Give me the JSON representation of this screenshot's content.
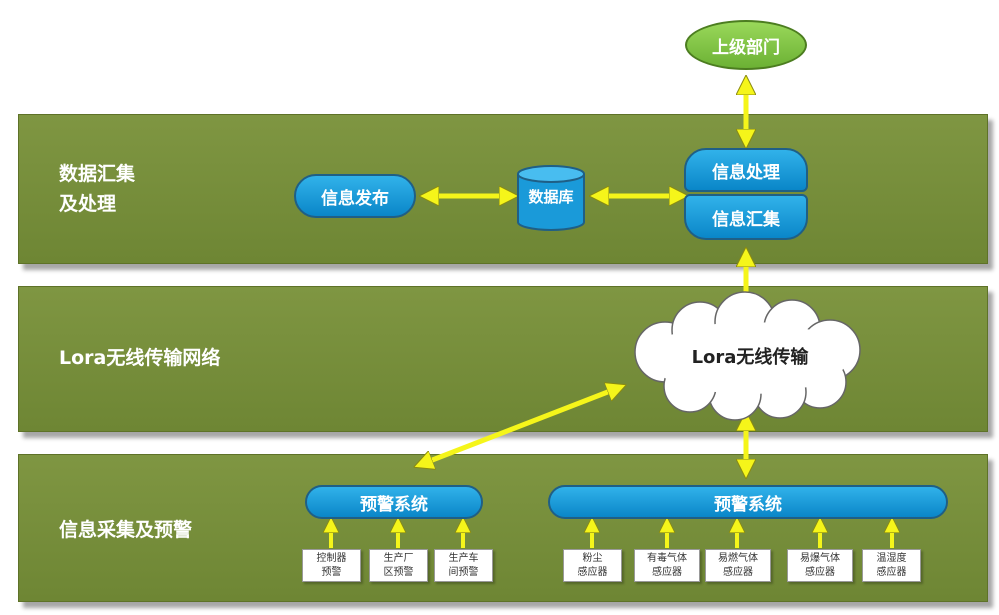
{
  "layers": {
    "top_title_line1": "数据汇集",
    "top_title_line2": "及处理",
    "mid_title": "Lora无线传输网络",
    "bot_title": "信息采集及预警"
  },
  "nodes": {
    "upper_dept": "上级部门",
    "info_publish": "信息发布",
    "database": "数据库",
    "info_process": "信息处理",
    "info_collect": "信息汇集",
    "lora_cloud": "Lora无线传输",
    "warn_left": "预警系统",
    "warn_right": "预警系统"
  },
  "sensors": [
    {
      "line1": "控制器",
      "line2": "预警"
    },
    {
      "line1": "生产厂",
      "line2": "区预警"
    },
    {
      "line1": "生产车",
      "line2": "间预警"
    },
    {
      "line1": "粉尘",
      "line2": "感应器"
    },
    {
      "line1": "有毒气体",
      "line2": "感应器"
    },
    {
      "line1": "易燃气体",
      "line2": "感应器"
    },
    {
      "line1": "易爆气体",
      "line2": "感应器"
    },
    {
      "line1": "温湿度",
      "line2": "感应器"
    }
  ],
  "colors": {
    "layer": "#7a913d",
    "pill": "#1a9ad9",
    "arrow": "#f5f51a",
    "upper_dept": "#8cc84b"
  }
}
